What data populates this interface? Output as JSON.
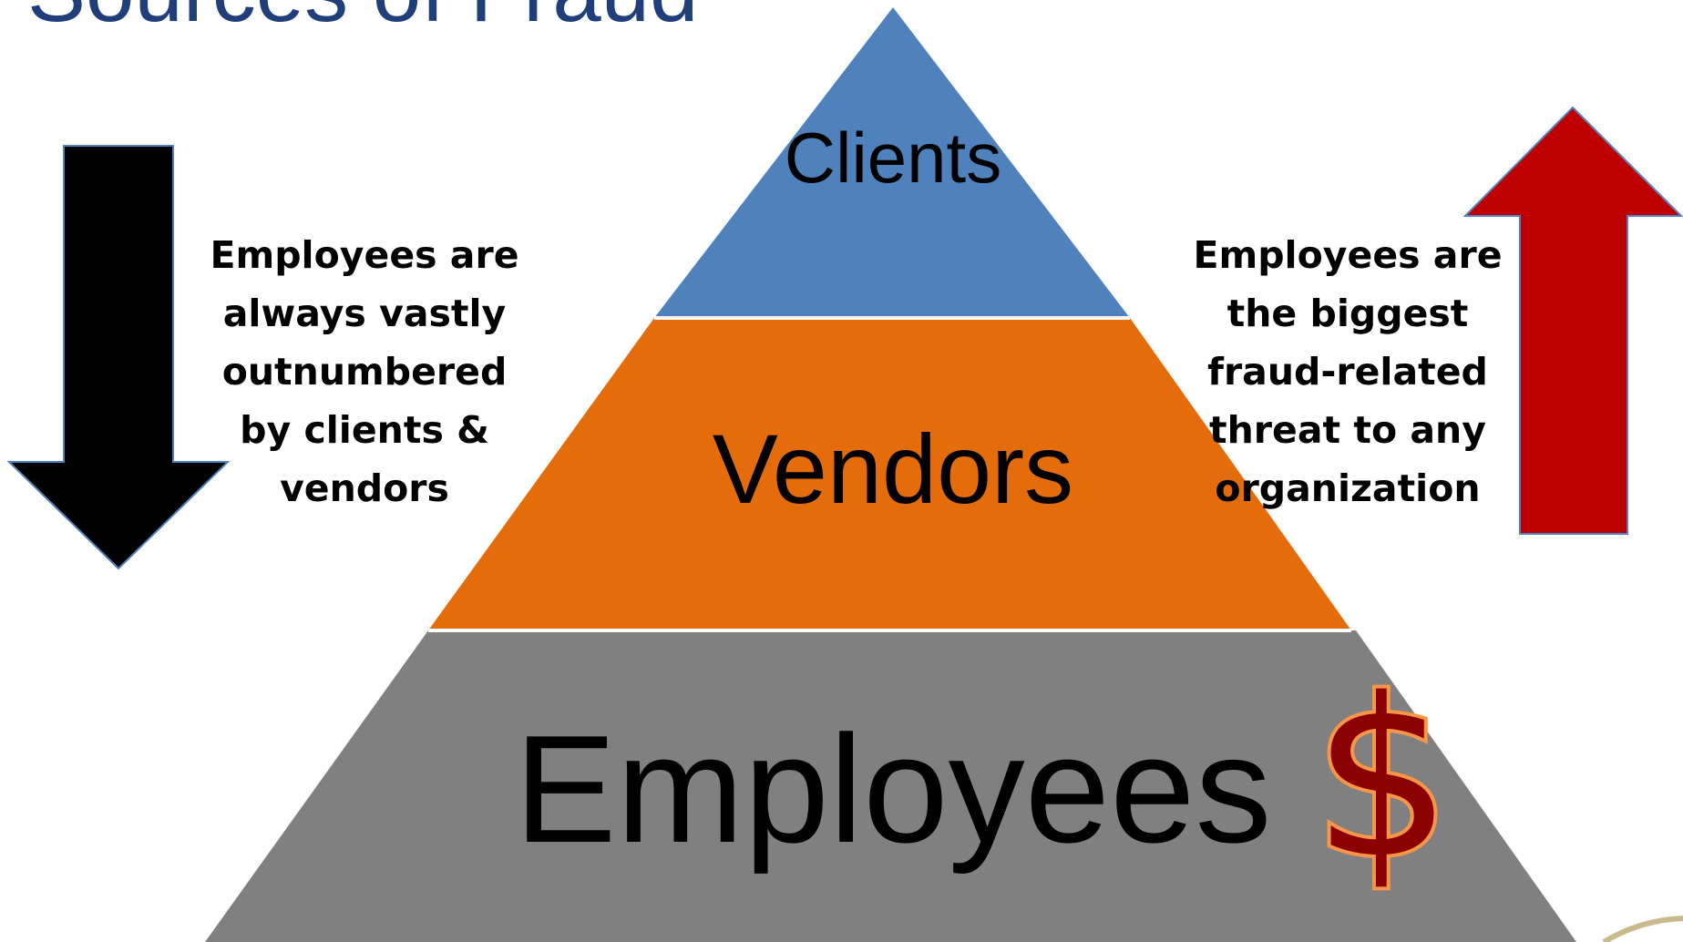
{
  "slide": {
    "title": "Sources of Fraud"
  },
  "pyramid": {
    "tiers": [
      {
        "label": "Clients",
        "color": "#4F81BD"
      },
      {
        "label": "Vendors",
        "color": "#E46C0A"
      },
      {
        "label": "Employees",
        "color": "#808080"
      }
    ],
    "currency_symbol": "$",
    "currency_fill": "#8B0000",
    "currency_outline": "#F79646"
  },
  "left_callout": {
    "lines": [
      "Employees are",
      "always vastly",
      "outnumbered",
      "by clients &",
      "vendors"
    ],
    "arrow_direction": "down",
    "arrow_color": "#000000"
  },
  "right_callout": {
    "lines": [
      "Employees are",
      "the biggest",
      "fraud-related",
      "threat to any",
      "organization"
    ],
    "arrow_direction": "up",
    "arrow_color": "#C00000"
  }
}
